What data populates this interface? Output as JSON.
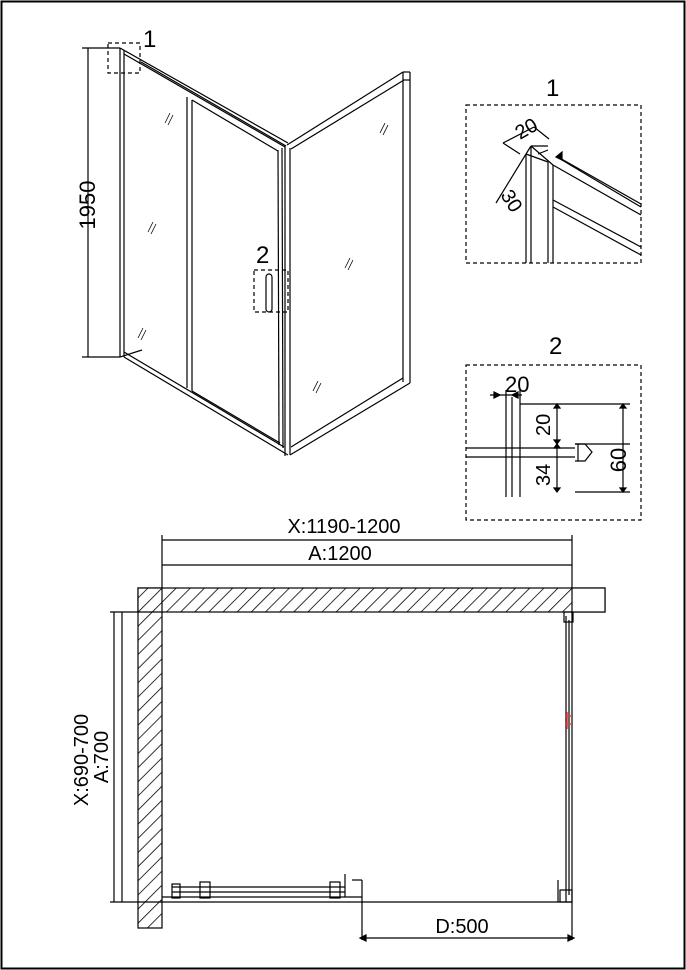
{
  "perspective": {
    "height": "1950",
    "callout_top": "1",
    "callout_handle": "2"
  },
  "detail_1": {
    "title": "1",
    "dim_a": "20",
    "dim_b": "30"
  },
  "detail_2": {
    "title": "2",
    "dim_width": "20",
    "dim_upper": "20",
    "dim_lower": "34",
    "dim_total": "60"
  },
  "plan": {
    "range_x": "X:1190-1200",
    "width_a": "A:1200",
    "range_y": "X:690-700",
    "depth_a": "A:700",
    "door_d": "D:500"
  },
  "colors": {
    "line": "#000000",
    "handle_marker": "#d94040"
  }
}
